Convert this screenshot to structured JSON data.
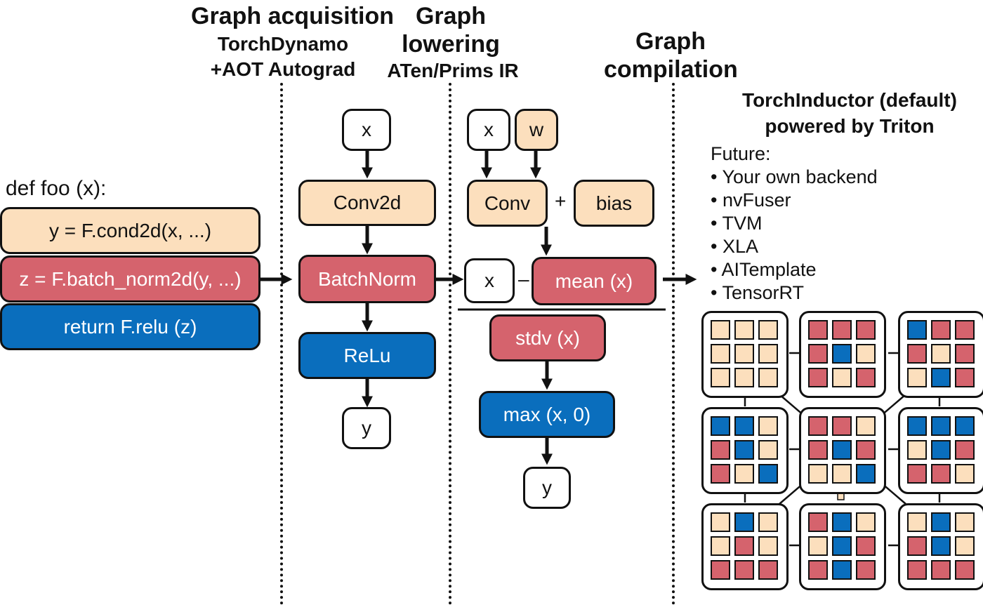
{
  "headers": {
    "acquisition": {
      "title": "Graph acquisition",
      "line1": "TorchDynamo",
      "line2": "+AOT Autograd"
    },
    "lowering": {
      "title1": "Graph",
      "title2": "lowering",
      "sub": "ATen/Prims IR"
    },
    "compilation": {
      "title1": "Graph",
      "title2": "compilation"
    }
  },
  "code": {
    "signature": "def foo (x):",
    "lines": [
      "y = F.cond2d(x, ...)",
      "z = F.batch_norm2d(y, ...)",
      "return F.relu (z)"
    ]
  },
  "graph1": {
    "input": "x",
    "conv": "Conv2d",
    "bn": "BatchNorm",
    "relu": "ReLu",
    "output": "y"
  },
  "graph2": {
    "x1": "x",
    "w": "w",
    "conv": "Conv",
    "plus": "+",
    "bias": "bias",
    "x2": "x",
    "minus": "–",
    "mean": "mean (x)",
    "stdv": "stdv (x)",
    "max": "max (x, 0)",
    "output": "y"
  },
  "backend": {
    "title1": "TorchInductor (default)",
    "title2": "powered by Triton",
    "future_label": "Future:",
    "future_items": [
      "Your own backend",
      "nvFuser",
      "TVM",
      "XLA",
      "AITemplate",
      "TensorRT"
    ]
  },
  "colors": {
    "peach": "#fcdfbd",
    "red": "#d5636d",
    "blue": "#0a6ebd",
    "ink": "#111111"
  },
  "grid_chips": [
    [
      "peach",
      "peach",
      "peach",
      "peach",
      "peach",
      "peach",
      "peach",
      "peach",
      "peach"
    ],
    [
      "red",
      "red",
      "red",
      "red",
      "blue",
      "peach",
      "red",
      "peach",
      "red"
    ],
    [
      "blue",
      "red",
      "red",
      "red",
      "peach",
      "red",
      "peach",
      "blue",
      "red"
    ],
    [
      "blue",
      "blue",
      "peach",
      "red",
      "blue",
      "peach",
      "red",
      "peach",
      "blue"
    ],
    [
      "red",
      "red",
      "peach",
      "red",
      "blue",
      "red",
      "peach",
      "peach",
      "blue"
    ],
    [
      "blue",
      "blue",
      "blue",
      "peach",
      "blue",
      "red",
      "red",
      "red",
      "peach"
    ],
    [
      "peach",
      "blue",
      "peach",
      "peach",
      "red",
      "peach",
      "red",
      "red",
      "red"
    ],
    [
      "red",
      "blue",
      "peach",
      "peach",
      "blue",
      "red",
      "red",
      "blue",
      "red"
    ],
    [
      "peach",
      "blue",
      "peach",
      "red",
      "blue",
      "peach",
      "red",
      "red",
      "red"
    ]
  ]
}
